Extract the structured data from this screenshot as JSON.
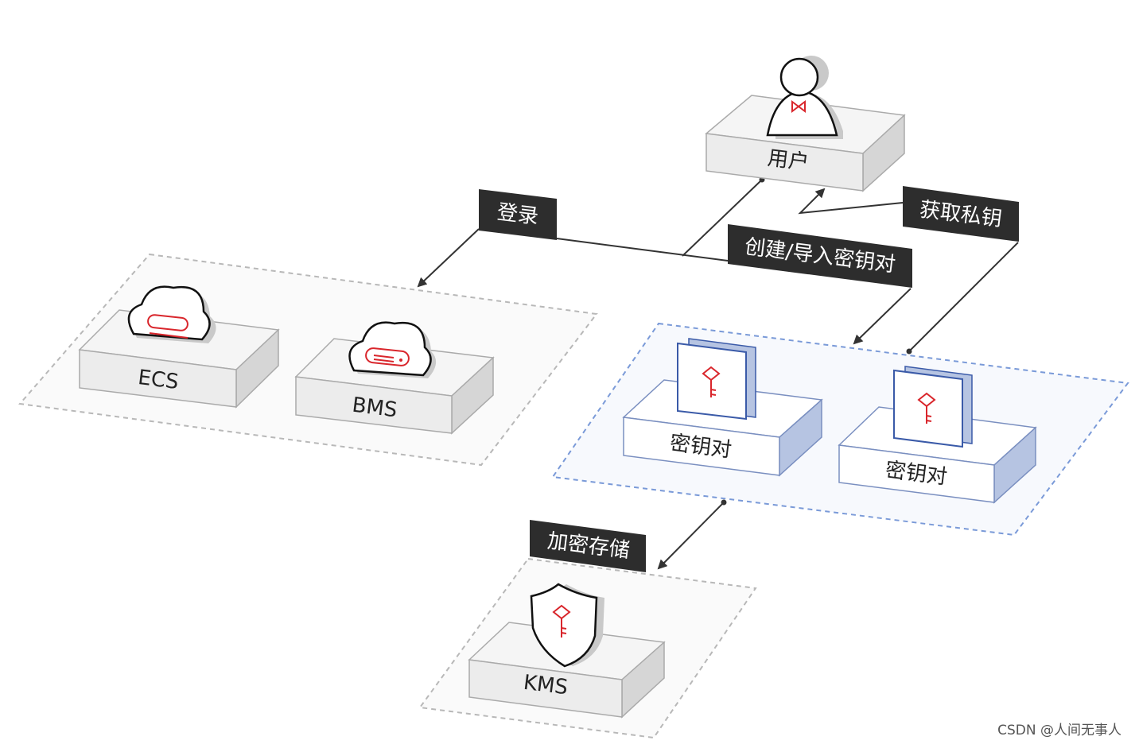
{
  "nodes": {
    "user": "用户",
    "ecs": "ECS",
    "bms": "BMS",
    "keypair_1": "密钥对",
    "keypair_2": "密钥对",
    "kms": "KMS"
  },
  "edges": {
    "login": "登录",
    "create_import": "创建/导入密钥对",
    "get_private_key": "获取私钥",
    "encrypt_store": "加密存储"
  },
  "watermark": "CSDN @人间无事人",
  "icons": [
    "user-icon",
    "cloud-server-icon",
    "key-card-icon",
    "shield-key-icon"
  ],
  "colors": {
    "label_bg": "#2d2d2d",
    "accent_red": "#d9262c",
    "keypair_blue": "#3a5aa8",
    "zone_gray": "#b8b8b8",
    "zone_blue": "#7a9ad8"
  }
}
